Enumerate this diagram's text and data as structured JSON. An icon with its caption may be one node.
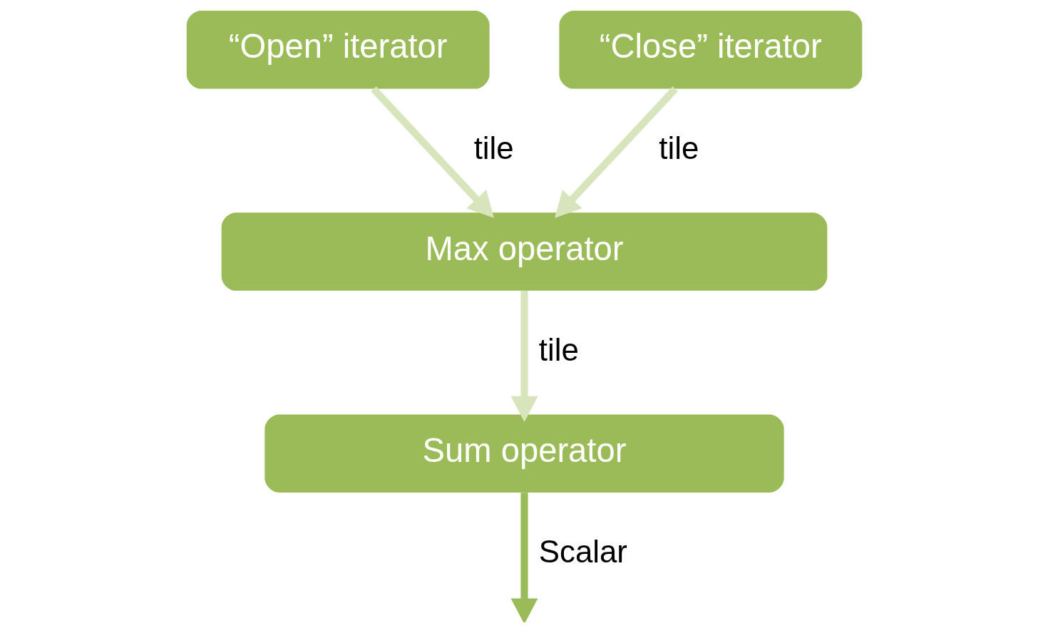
{
  "diagram": {
    "nodes": [
      {
        "text": [
          "“Open” iterator"
        ]
      },
      {
        "text": [
          "“Close” iterator"
        ]
      },
      {
        "text": [
          "Max operator"
        ]
      },
      {
        "text": [
          "Sum operator"
        ]
      }
    ],
    "edges": [
      {
        "from": 0,
        "to": 2,
        "arrow": "to",
        "label": "tile"
      },
      {
        "from": 1,
        "to": 2,
        "arrow": "to",
        "label": "tile"
      },
      {
        "from": 2,
        "to": 3,
        "arrow": "to",
        "label": "tile"
      },
      {
        "from": 3,
        "to": null,
        "arrow": "to",
        "label": "Scalar",
        "color": "#9bbb59"
      }
    ]
  }
}
